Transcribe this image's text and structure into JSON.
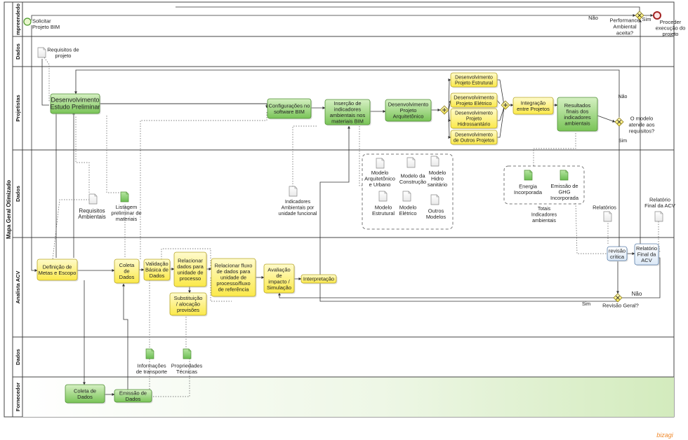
{
  "pool": {
    "title": "Mapa Geral Otimizado"
  },
  "lanes": [
    {
      "id": "emp",
      "label": "mpreendedo"
    },
    {
      "id": "d1",
      "label": "Dados"
    },
    {
      "id": "proj",
      "label": "Projetistas"
    },
    {
      "id": "d2",
      "label": "Dados"
    },
    {
      "id": "acv",
      "label": "Analista ACV"
    },
    {
      "id": "d3",
      "label": "Dados"
    },
    {
      "id": "forn",
      "label": "Fornecedor"
    }
  ],
  "events": {
    "start": [
      "Solicitar",
      "Projeto BIM"
    ],
    "end": [
      "Proceder",
      "execução do",
      "projeto"
    ]
  },
  "gateways": {
    "performance": [
      "Performance",
      "Ambiental",
      "aceita?"
    ],
    "modelo": [
      "O modelo",
      "atende aos",
      "requisitos?"
    ],
    "revisao": [
      "Revisão Geral?"
    ]
  },
  "tasks": {
    "estudo": [
      "Desenvolvimento",
      "Estudo Preliminar"
    ],
    "config": [
      "Configurações no",
      "software BIM"
    ],
    "insercao": [
      "Inserção de",
      "indicadores",
      "ambientais nos",
      "materiais BIM"
    ],
    "arq": [
      "Desenvolvimento",
      "Projeto",
      "Arquitetônico"
    ],
    "estrutural": [
      "Desenvolvimento",
      "Projeto Estrutural"
    ],
    "eletrico": [
      "Desenvolvimento",
      "Projeto Elétrico"
    ],
    "hidro": [
      "Desenvolvimento",
      "Projeto",
      "Hidrossanitário"
    ],
    "outros": [
      "Desenvolvimento",
      "de Outros Projetos"
    ],
    "integracao": [
      "Integração",
      "entre Projetos"
    ],
    "resultados": [
      "Resultados",
      "finais dos",
      "indicadores",
      "ambientais"
    ],
    "metas": [
      "Definição de",
      "Metas e Escopo"
    ],
    "coleta": [
      "Coleta",
      "de",
      "Dados"
    ],
    "validacao": [
      "Validação",
      "Básica de",
      "Dados"
    ],
    "relacionar": [
      "Relacionar",
      "dados para",
      "unidade de",
      "processo"
    ],
    "substituicao": [
      "Substituição",
      "/ alocação",
      "provisões"
    ],
    "fluxo": [
      "Relacionar fluxo",
      "de dados para",
      "unidade de",
      "processo/fluxo",
      "de referência"
    ],
    "avaliacao": [
      "Avaliação",
      "de",
      "impacto /",
      "Simulação"
    ],
    "interpretacao": [
      "Interpretação"
    ],
    "revisao_critica": [
      "revisão",
      "crítica"
    ],
    "relatorio_final": [
      "Relatório",
      "Final da",
      "ACV"
    ],
    "coleta_forn": [
      "Coleta de",
      "Dados"
    ],
    "emissao": [
      "Emissão de",
      "Dados"
    ]
  },
  "data_objects": {
    "requisitos_projeto": [
      "Requisitos de",
      "projeto"
    ],
    "requisitos_amb": [
      "Requisitos",
      "Ambientais"
    ],
    "listagem": [
      "Listagem",
      "preliminar de",
      "materiais"
    ],
    "indicadores_unidade": [
      "Indicadores",
      "Ambientais por",
      "unidade funcional"
    ],
    "m_arq": [
      "Modelo",
      "Arquitetônico",
      "e Urbano"
    ],
    "m_constr": [
      "Modelo da",
      "Construção"
    ],
    "m_hidro": [
      "Modelo",
      "Hidro",
      "sanitário"
    ],
    "m_estrutural": [
      "Modelo",
      "Estrutural"
    ],
    "m_eletrico": [
      "Modelo",
      "Elétrico"
    ],
    "m_outros": [
      "Outros",
      "Modelos"
    ],
    "energia": [
      "Energia",
      "Incorporada"
    ],
    "ghg": [
      "Emissão de",
      "GHG",
      "Incorporada"
    ],
    "totais": [
      "Totais",
      "Indicadores",
      "ambientais"
    ],
    "relatorios": [
      "Relatórios"
    ],
    "relatorio_acv": [
      "Relatório",
      "Final da ACV"
    ],
    "info_transporte": [
      "Informações",
      "de transporte"
    ],
    "propriedades": [
      "Propriedades",
      "Técnicas"
    ]
  },
  "flow_labels": {
    "nao_top": "Não",
    "sim_top": "Sim",
    "nao_modelo": "Não",
    "sim_modelo": "Sim",
    "nao_revisao": "Não",
    "sim_revisao": "Sim"
  },
  "brand": "bizagi",
  "colors": {
    "green_task": "#8fcf6f",
    "yellow_task": "#fff06a",
    "blue_task": "#eef4fb",
    "green_doc": "#7fc96a",
    "lane_fill_forn": "#e3f2d6"
  }
}
